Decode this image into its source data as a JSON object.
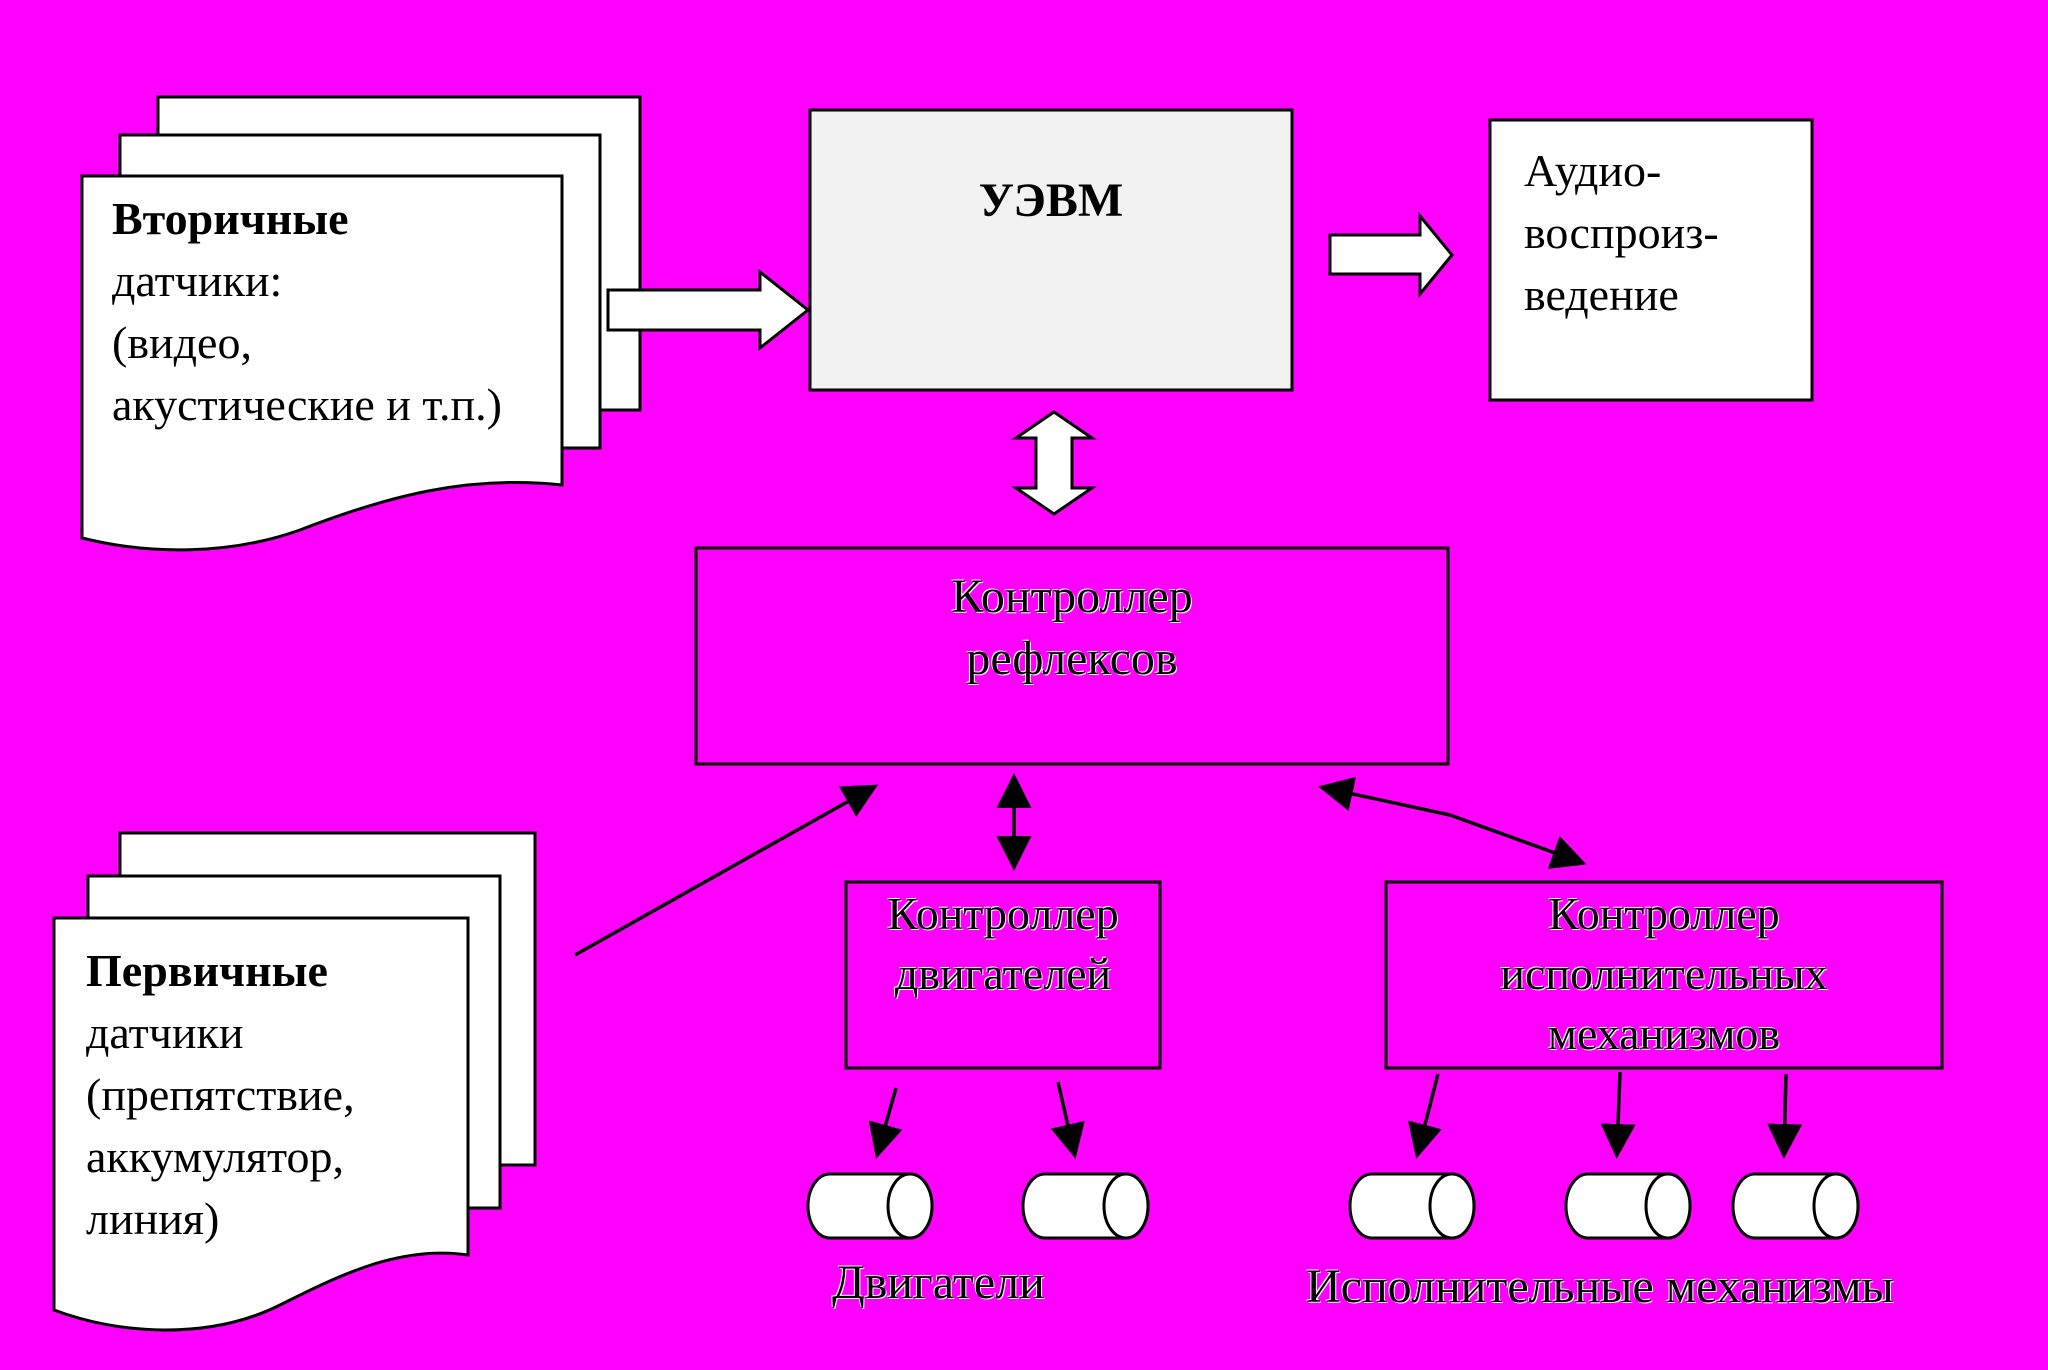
{
  "colors": {
    "background": "#FF00FF",
    "box_fill": "#FFFFFF",
    "uevm_fill": "#F2F2F2",
    "stroke": "#000000"
  },
  "secondary_sensors": {
    "title": "Вторичные",
    "line1": "датчики:",
    "line2": "(видео,",
    "line3": "акустические и т.п.)"
  },
  "uevm": {
    "label": "УЭВМ"
  },
  "audio": {
    "line1": "Аудио-",
    "line2": "воспроиз-",
    "line3": "ведение"
  },
  "reflex_controller": {
    "line1": "Контроллер",
    "line2": "рефлексов"
  },
  "motor_controller": {
    "line1": "Контроллер",
    "line2": "двигателей"
  },
  "actuator_controller": {
    "line1": "Контроллер",
    "line2": "исполнительных",
    "line3": "механизмов"
  },
  "primary_sensors": {
    "title": "Первичные",
    "line1": "датчики",
    "line2": "(препятствие,",
    "line3": "аккумулятор,",
    "line4": "линия)"
  },
  "motors_label": "Двигатели",
  "actuators_label": "Исполнительные механизмы"
}
